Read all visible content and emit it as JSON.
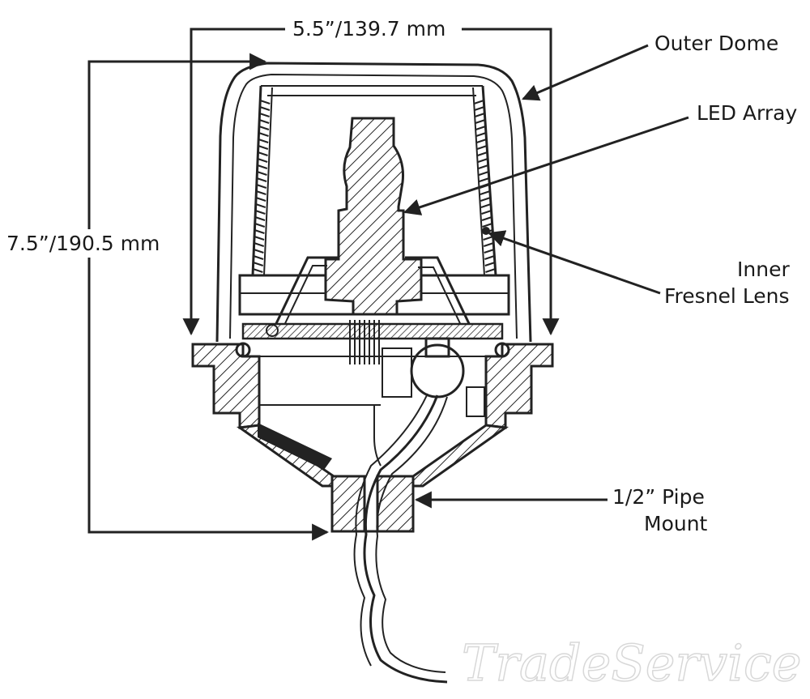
{
  "labels": {
    "width_dim": "5.5”/139.7 mm",
    "height_dim": "7.5”/190.5 mm",
    "outer_dome": "Outer Dome",
    "led_array": "LED Array",
    "inner_lens_line1": "Inner",
    "inner_lens_line2": "Fresnel Lens",
    "pipe_mount_line1": "1/2” Pipe",
    "pipe_mount_line2": "Mount"
  },
  "watermark": "TradeService"
}
